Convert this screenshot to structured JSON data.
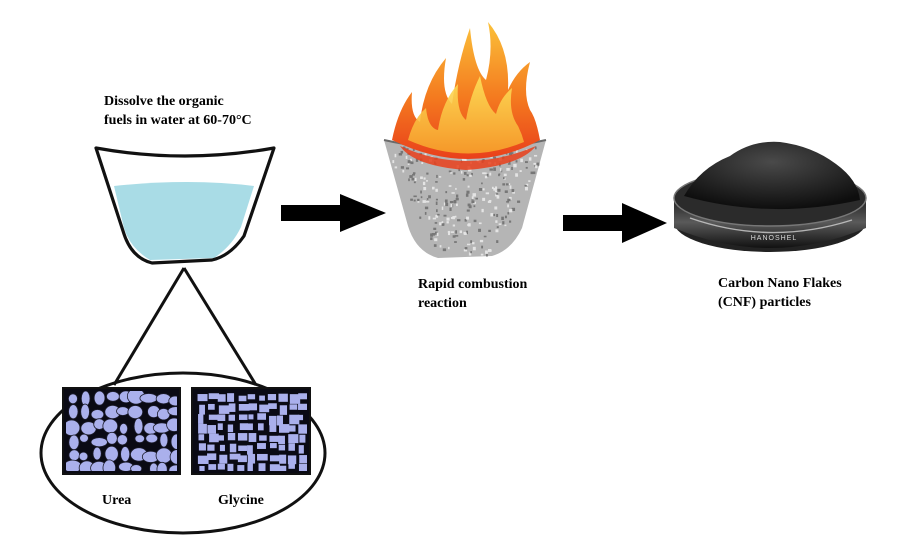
{
  "steps": {
    "dissolve": {
      "line1": "Dissolve the organic",
      "line2": "fuels in water at 60-70°C"
    },
    "combustion": {
      "line1": "Rapid combustion",
      "line2": "reaction"
    },
    "product": {
      "line1": "Carbon Nano Flakes",
      "line2": "(CNF) particles",
      "dish_brand": "HANOSHEL"
    }
  },
  "fuels": {
    "urea_label": "Urea",
    "glycine_label": "Glycine"
  },
  "colors": {
    "water": "#a9dce6",
    "particle_fill": "#aab0ec",
    "particle_bg": "#0a0a14",
    "flame_outer": "#f47a1f",
    "flame_inner": "#fbd33b",
    "ash": "#9a9a9a",
    "powder": "#111111"
  }
}
